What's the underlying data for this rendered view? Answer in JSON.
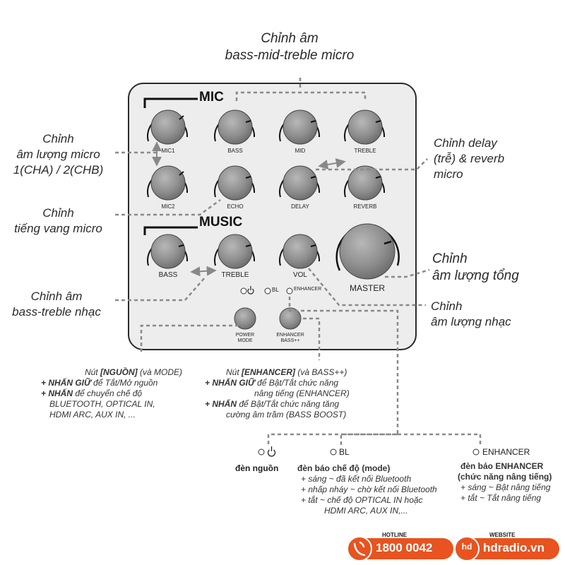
{
  "callouts": {
    "top_line1": "Chỉnh âm",
    "top_line2": "bass-mid-treble micro",
    "mic_vol_1": "Chỉnh",
    "mic_vol_2": "âm lượng micro",
    "mic_vol_3": "1(CHA) / 2(CHB)",
    "delay_1": "Chỉnh delay",
    "delay_2": "(trễ) & reverb",
    "delay_3": "micro",
    "echo_1": "Chỉnh",
    "echo_2": "tiếng vang micro",
    "master_1": "Chỉnh",
    "master_2": "âm lượng tổng",
    "music_bt_1": "Chỉnh âm",
    "music_bt_2": "bass-treble nhạc",
    "music_vol_1": "Chỉnh",
    "music_vol_2": "âm lượng nhạc"
  },
  "panel": {
    "mic_title": "MIC",
    "music_title": "MUSIC",
    "knobs": {
      "mic1": "MIC1",
      "bass": "BASS",
      "mid": "MID",
      "treble": "TREBLE",
      "mic2": "MIC2",
      "echo": "ECHO",
      "delay": "DELAY",
      "reverb": "REVERB",
      "music_bass": "BASS",
      "music_treble": "TREBLE",
      "vol": "VOL",
      "master": "MASTER"
    },
    "led_bl": "BL",
    "led_enhancer": "ENHANCER",
    "btn_power_1": "POWER",
    "btn_power_2": "MODE",
    "btn_enh_1": "ENHANCER",
    "btn_enh_2": "BASS++"
  },
  "power_note": {
    "title_prefix": "Nút ",
    "title_bold": "[NGUỒN]",
    "title_suffix": " (và MODE)",
    "l1_bold": "+ NHẤN GIỮ",
    "l1_rest": " để Tắt/Mở nguồn",
    "l2_bold": "+ NHẤN",
    "l2_rest": " để chuyển chế độ",
    "l3": "BLUETOOTH, OPTICAL IN,",
    "l4": "HDMI ARC, AUX IN, ..."
  },
  "enh_note": {
    "title_prefix": "Nút ",
    "title_bold": "[ENHANCER]",
    "title_suffix": " (và BASS++)",
    "l1_bold": "+ NHẤN GIỮ",
    "l1_rest": " để Bật/Tắt chức năng",
    "l2": "nâng tiếng (ENHANCER)",
    "l3_bold": "+ NHẤN",
    "l3_rest": " để Bật/Tắt chức năng tăng",
    "l4": "cường âm trầm (BASS BOOST)"
  },
  "leds_legend": {
    "bl": "BL",
    "enhancer": "ENHANCER",
    "power_title": "đèn nguồn",
    "mode_title": "đèn báo chế độ (mode)",
    "mode_l1": "+ sáng ~ đã kết nối Bluetooth",
    "mode_l2": "+ nhấp nháy ~ chờ kết nối Bluetooth",
    "mode_l3": "+ tắt ~ chế độ OPTICAL IN hoặc",
    "mode_l4": "HDMI ARC, AUX IN,...",
    "enh_title_1": "đèn báo ENHANCER",
    "enh_title_2": "(chức năng nâng tiếng)",
    "enh_l1": "+ sáng ~ Bật nâng tiếng",
    "enh_l2": "+ tắt ~ Tắt nâng tiếng"
  },
  "footer": {
    "hotline_label": "HOTLINE",
    "hotline_number": "1800 0042",
    "website_label": "WEBSITE",
    "website_value": "hdradio.vn",
    "website_logo": "hd",
    "accent": "#e8531f"
  }
}
